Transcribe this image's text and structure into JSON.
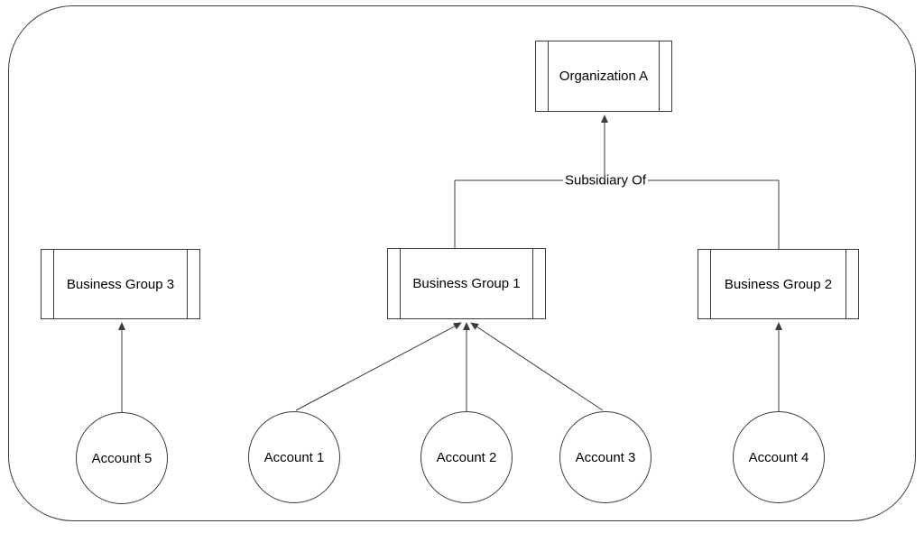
{
  "diagram": {
    "colors": {
      "background": "#ffffff",
      "stroke": "#3c3c3c",
      "text": "#000000"
    },
    "organization": {
      "label": "Organization A"
    },
    "business_groups": [
      {
        "label": "Business Group 3"
      },
      {
        "label": "Business Group 1"
      },
      {
        "label": "Business Group 2"
      }
    ],
    "accounts": [
      {
        "label": "Account 5"
      },
      {
        "label": "Account 1"
      },
      {
        "label": "Account 2"
      },
      {
        "label": "Account 3"
      },
      {
        "label": "Account 4"
      }
    ],
    "edges": [
      {
        "from": "Business Group 1",
        "to": "Organization A",
        "label": "Subsidiary Of"
      },
      {
        "from": "Business Group 2",
        "to": "Organization A",
        "label": "Subsidiary Of"
      },
      {
        "from": "Account 5",
        "to": "Business Group 3"
      },
      {
        "from": "Account 1",
        "to": "Business Group 1"
      },
      {
        "from": "Account 2",
        "to": "Business Group 1"
      },
      {
        "from": "Account 3",
        "to": "Business Group 1"
      },
      {
        "from": "Account 4",
        "to": "Business Group 2"
      }
    ]
  }
}
